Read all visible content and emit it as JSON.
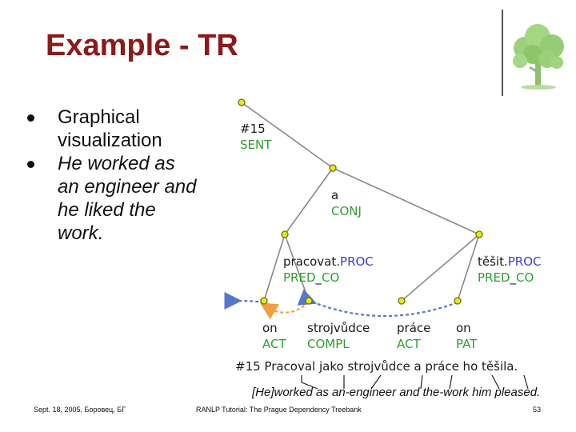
{
  "title": "Example - TR",
  "bullets": [
    {
      "text": "Graphical visualization",
      "lines": [
        "Graphical",
        "visualization"
      ],
      "italic": false
    },
    {
      "text": "He worked as an engineer and he liked the work.",
      "lines": [
        "He worked as",
        "an engineer and",
        "he liked the",
        "work."
      ],
      "italic": true
    }
  ],
  "diagram": {
    "nodes": [
      {
        "id": "root",
        "line1": "#15",
        "line2": "SENT"
      },
      {
        "id": "conj",
        "line1": "a",
        "line2": "CONJ"
      },
      {
        "id": "pracovat",
        "line1_dark": "pracovat.",
        "line1_color": "PROC",
        "line2_color": "PRED",
        "line2_dark": "_",
        "line2_color2": "CO"
      },
      {
        "id": "tesit",
        "line1_dark": "těšit.",
        "line1_color": "PROC",
        "line2_color": "PRED",
        "line2_dark": "_",
        "line2_color2": "CO"
      },
      {
        "id": "on1",
        "line1": "on",
        "line2": "ACT"
      },
      {
        "id": "strojvudce",
        "line1": "strojvůdce",
        "line2": "COMPL"
      },
      {
        "id": "prace",
        "line1": "práce",
        "line2": "ACT"
      },
      {
        "id": "on2",
        "line1": "on",
        "line2": "PAT"
      }
    ],
    "sentence": "#15 Pracoval jako strojvůdce a práce ho těšila.",
    "colors": {
      "label": "#1a1a1a",
      "functor": "#2e9e2e",
      "proc": "#3b3bd6",
      "edge": "#888888",
      "node_fill": "#e8e820",
      "node_stroke": "#707000",
      "coref_blue": "#5577cc",
      "coref_orange": "#f0a040"
    }
  },
  "gloss": "[He]worked as an-engineer and the-work him pleased.",
  "footer": {
    "left": "Sept. 18, 2005, Боровец, БГ",
    "center": "RANLP Tutorial: The Prague Dependency Treebank",
    "right": "53"
  }
}
